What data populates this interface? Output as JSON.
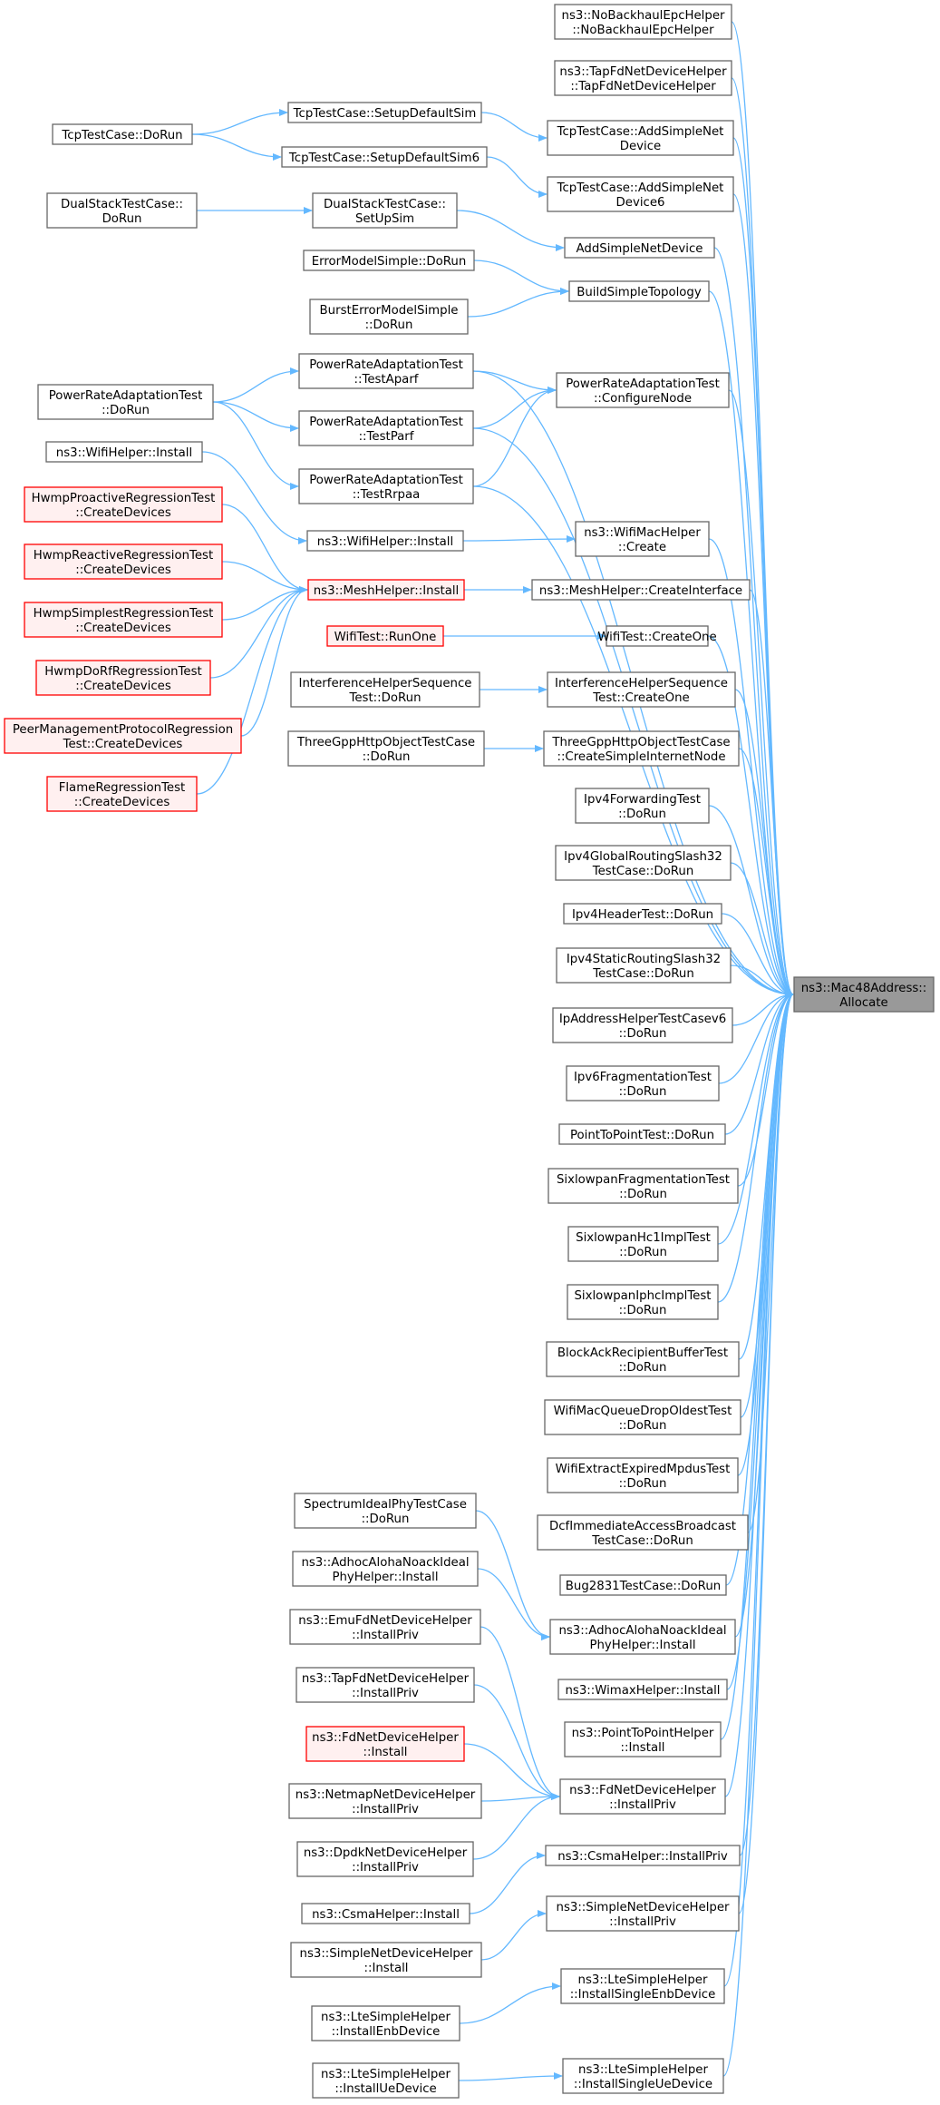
{
  "graph": {
    "target": "ns3::Mac48Address::Allocate",
    "colors": {
      "edge": "#63b8ff",
      "default_fill": "#ffffff",
      "default_border": "#666666",
      "truncated_fill": "#fff0f0",
      "truncated_border": "#ff0000",
      "target_fill": "#999999",
      "target_border": "#666666"
    },
    "nodes": [
      {
        "id": "target",
        "lines": [
          "ns3::Mac48Address::",
          "Allocate"
        ],
        "kind": "target"
      },
      {
        "id": "nbh",
        "lines": [
          "ns3::NoBackhaulEpcHelper",
          "::NoBackhaulEpcHelper"
        ]
      },
      {
        "id": "tapfd",
        "lines": [
          "ns3::TapFdNetDeviceHelper",
          "::TapFdNetDeviceHelper"
        ]
      },
      {
        "id": "tcp_asnd",
        "lines": [
          "TcpTestCase::AddSimpleNet",
          "Device"
        ]
      },
      {
        "id": "tcp_asnd6",
        "lines": [
          "TcpTestCase::AddSimpleNet",
          "Device6"
        ]
      },
      {
        "id": "asnd",
        "lines": [
          "AddSimpleNetDevice"
        ]
      },
      {
        "id": "bst",
        "lines": [
          "BuildSimpleTopology"
        ]
      },
      {
        "id": "prat_cn",
        "lines": [
          "PowerRateAdaptationTest",
          "::ConfigureNode"
        ]
      },
      {
        "id": "wmh",
        "lines": [
          "ns3::WifiMacHelper",
          "::Create"
        ]
      },
      {
        "id": "mh_ci",
        "lines": [
          "ns3::MeshHelper::CreateInterface"
        ]
      },
      {
        "id": "wt_co",
        "lines": [
          "WifiTest::CreateOne"
        ]
      },
      {
        "id": "ihs_co",
        "lines": [
          "InterferenceHelperSequence",
          "Test::CreateOne"
        ]
      },
      {
        "id": "tgh_csin",
        "lines": [
          "ThreeGppHttpObjectTestCase",
          "::CreateSimpleInternetNode"
        ]
      },
      {
        "id": "ipv4fwd",
        "lines": [
          "Ipv4ForwardingTest",
          "::DoRun"
        ]
      },
      {
        "id": "ipv4gr",
        "lines": [
          "Ipv4GlobalRoutingSlash32",
          "TestCase::DoRun"
        ]
      },
      {
        "id": "ipv4hdr",
        "lines": [
          "Ipv4HeaderTest::DoRun"
        ]
      },
      {
        "id": "ipv4sr",
        "lines": [
          "Ipv4StaticRoutingSlash32",
          "TestCase::DoRun"
        ]
      },
      {
        "id": "ipah6",
        "lines": [
          "IpAddressHelperTestCasev6",
          "::DoRun"
        ]
      },
      {
        "id": "ipv6frag",
        "lines": [
          "Ipv6FragmentationTest",
          "::DoRun"
        ]
      },
      {
        "id": "p2pt",
        "lines": [
          "PointToPointTest::DoRun"
        ]
      },
      {
        "id": "slfrag",
        "lines": [
          "SixlowpanFragmentationTest",
          "::DoRun"
        ]
      },
      {
        "id": "slhc1",
        "lines": [
          "SixlowpanHc1ImplTest",
          "::DoRun"
        ]
      },
      {
        "id": "sliphc",
        "lines": [
          "SixlowpanIphcImplTest",
          "::DoRun"
        ]
      },
      {
        "id": "barb",
        "lines": [
          "BlockAckRecipientBufferTest",
          "::DoRun"
        ]
      },
      {
        "id": "wmqd",
        "lines": [
          "WifiMacQueueDropOldestTest",
          "::DoRun"
        ]
      },
      {
        "id": "weem",
        "lines": [
          "WifiExtractExpiredMpdusTest",
          "::DoRun"
        ]
      },
      {
        "id": "dcfab",
        "lines": [
          "DcfImmediateAccessBroadcast",
          "TestCase::DoRun"
        ]
      },
      {
        "id": "bug2831",
        "lines": [
          "Bug2831TestCase::DoRun"
        ]
      },
      {
        "id": "aanip_inst",
        "lines": [
          "ns3::AdhocAlohaNoackIdeal",
          "PhyHelper::Install"
        ]
      },
      {
        "id": "wimax",
        "lines": [
          "ns3::WimaxHelper::Install"
        ]
      },
      {
        "id": "p2ph",
        "lines": [
          "ns3::PointToPointHelper",
          "::Install"
        ]
      },
      {
        "id": "fdndh_ip",
        "lines": [
          "ns3::FdNetDeviceHelper",
          "::InstallPriv"
        ]
      },
      {
        "id": "csma_ip",
        "lines": [
          "ns3::CsmaHelper::InstallPriv"
        ]
      },
      {
        "id": "sndh_ip",
        "lines": [
          "ns3::SimpleNetDeviceHelper",
          "::InstallPriv"
        ]
      },
      {
        "id": "lte_enb",
        "lines": [
          "ns3::LteSimpleHelper",
          "::InstallSingleEnbDevice"
        ]
      },
      {
        "id": "lte_ue",
        "lines": [
          "ns3::LteSimpleHelper",
          "::InstallSingleUeDevice"
        ]
      },
      {
        "id": "tcp_sds",
        "lines": [
          "TcpTestCase::SetupDefaultSim"
        ]
      },
      {
        "id": "tcp_sds6",
        "lines": [
          "TcpTestCase::SetupDefaultSim6"
        ]
      },
      {
        "id": "ds_sus",
        "lines": [
          "DualStackTestCase::",
          "SetUpSim"
        ]
      },
      {
        "id": "ems",
        "lines": [
          "ErrorModelSimple::DoRun"
        ]
      },
      {
        "id": "bems",
        "lines": [
          "BurstErrorModelSimple",
          "::DoRun"
        ]
      },
      {
        "id": "prat_ta",
        "lines": [
          "PowerRateAdaptationTest",
          "::TestAparf"
        ]
      },
      {
        "id": "prat_tp",
        "lines": [
          "PowerRateAdaptationTest",
          "::TestParf"
        ]
      },
      {
        "id": "prat_tr",
        "lines": [
          "PowerRateAdaptationTest",
          "::TestRrpaa"
        ]
      },
      {
        "id": "wh_inst",
        "lines": [
          "ns3::WifiHelper::Install"
        ]
      },
      {
        "id": "mh_inst",
        "lines": [
          "ns3::MeshHelper::Install"
        ],
        "kind": "truncated"
      },
      {
        "id": "wt_ro",
        "lines": [
          "WifiTest::RunOne"
        ],
        "kind": "truncated"
      },
      {
        "id": "ihs_dr",
        "lines": [
          "InterferenceHelperSequence",
          "Test::DoRun"
        ]
      },
      {
        "id": "tgh_dr",
        "lines": [
          "ThreeGppHttpObjectTestCase",
          "::DoRun"
        ]
      },
      {
        "id": "sipt",
        "lines": [
          "SpectrumIdealPhyTestCase",
          "::DoRun"
        ]
      },
      {
        "id": "aanip_inst2",
        "lines": [
          "ns3::AdhocAlohaNoackIdeal",
          "PhyHelper::Install"
        ]
      },
      {
        "id": "emu_ip",
        "lines": [
          "ns3::EmuFdNetDeviceHelper",
          "::InstallPriv"
        ]
      },
      {
        "id": "tapfd_ip",
        "lines": [
          "ns3::TapFdNetDeviceHelper",
          "::InstallPriv"
        ]
      },
      {
        "id": "fdndh_inst",
        "lines": [
          "ns3::FdNetDeviceHelper",
          "::Install"
        ],
        "kind": "truncated"
      },
      {
        "id": "netmap_ip",
        "lines": [
          "ns3::NetmapNetDeviceHelper",
          "::InstallPriv"
        ]
      },
      {
        "id": "dpdk_ip",
        "lines": [
          "ns3::DpdkNetDeviceHelper",
          "::InstallPriv"
        ]
      },
      {
        "id": "csma_inst",
        "lines": [
          "ns3::CsmaHelper::Install"
        ]
      },
      {
        "id": "sndh_inst",
        "lines": [
          "ns3::SimpleNetDeviceHelper",
          "::Install"
        ]
      },
      {
        "id": "lte_ied",
        "lines": [
          "ns3::LteSimpleHelper",
          "::InstallEnbDevice"
        ]
      },
      {
        "id": "lte_iud",
        "lines": [
          "ns3::LteSimpleHelper",
          "::InstallUeDevice"
        ]
      },
      {
        "id": "tcp_dr",
        "lines": [
          "TcpTestCase::DoRun"
        ]
      },
      {
        "id": "ds_dr",
        "lines": [
          "DualStackTestCase::",
          "DoRun"
        ]
      },
      {
        "id": "prat_dr",
        "lines": [
          "PowerRateAdaptationTest",
          "::DoRun"
        ]
      },
      {
        "id": "wh_inst2",
        "lines": [
          "ns3::WifiHelper::Install"
        ]
      },
      {
        "id": "hwmp_pro",
        "lines": [
          "HwmpProactiveRegressionTest",
          "::CreateDevices"
        ],
        "kind": "truncated"
      },
      {
        "id": "hwmp_rea",
        "lines": [
          "HwmpReactiveRegressionTest",
          "::CreateDevices"
        ],
        "kind": "truncated"
      },
      {
        "id": "hwmp_sim",
        "lines": [
          "HwmpSimplestRegressionTest",
          "::CreateDevices"
        ],
        "kind": "truncated"
      },
      {
        "id": "hwmp_dorf",
        "lines": [
          "HwmpDoRfRegressionTest",
          "::CreateDevices"
        ],
        "kind": "truncated"
      },
      {
        "id": "pmp",
        "lines": [
          "PeerManagementProtocolRegression",
          "Test::CreateDevices"
        ],
        "kind": "truncated"
      },
      {
        "id": "flame",
        "lines": [
          "FlameRegressionTest",
          "::CreateDevices"
        ],
        "kind": "truncated"
      }
    ]
  }
}
